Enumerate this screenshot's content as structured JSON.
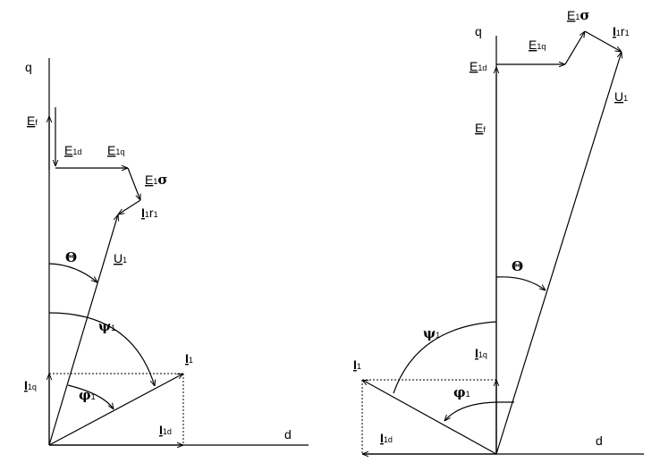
{
  "diagram": {
    "left": {
      "axis_q": "q",
      "axis_d": "d",
      "Ef": {
        "main": "E",
        "sub": "f"
      },
      "E1d": {
        "main": "E",
        "sub": "1d"
      },
      "E1q": {
        "main": "E",
        "sub": "1q"
      },
      "E1s": {
        "main": "E",
        "sub": "1",
        "greek": "σ"
      },
      "I1r1": {
        "main": "I",
        "sub": "1",
        "tail": "r",
        "tailsub": "1"
      },
      "U1": {
        "main": "U",
        "sub": "1"
      },
      "theta": "Θ",
      "psi1": {
        "greek": "ψ",
        "sub": "1"
      },
      "phi1": {
        "greek": "φ",
        "sub": "1"
      },
      "I1": {
        "main": "I",
        "sub": "1"
      },
      "I1q": {
        "main": "I",
        "sub": "1q"
      },
      "I1d": {
        "main": "I",
        "sub": "1d"
      }
    },
    "right": {
      "axis_q": "q",
      "axis_d": "d",
      "Ef": {
        "main": "E",
        "sub": "f"
      },
      "E1d": {
        "main": "E",
        "sub": "1d"
      },
      "E1q": {
        "main": "E",
        "sub": "1q"
      },
      "E1s": {
        "main": "E",
        "sub": "1",
        "greek": "σ"
      },
      "I1r1": {
        "main": "I",
        "sub": "1",
        "tail": "r",
        "tailsub": "1"
      },
      "U1": {
        "main": "U",
        "sub": "1"
      },
      "theta": "Θ",
      "psi1": {
        "greek": "ψ",
        "sub": "1"
      },
      "phi1": {
        "greek": "φ",
        "sub": "1"
      },
      "I1": {
        "main": "I",
        "sub": "1"
      },
      "I1q": {
        "main": "I",
        "sub": "1q"
      },
      "I1d": {
        "main": "I",
        "sub": "1d"
      }
    }
  }
}
